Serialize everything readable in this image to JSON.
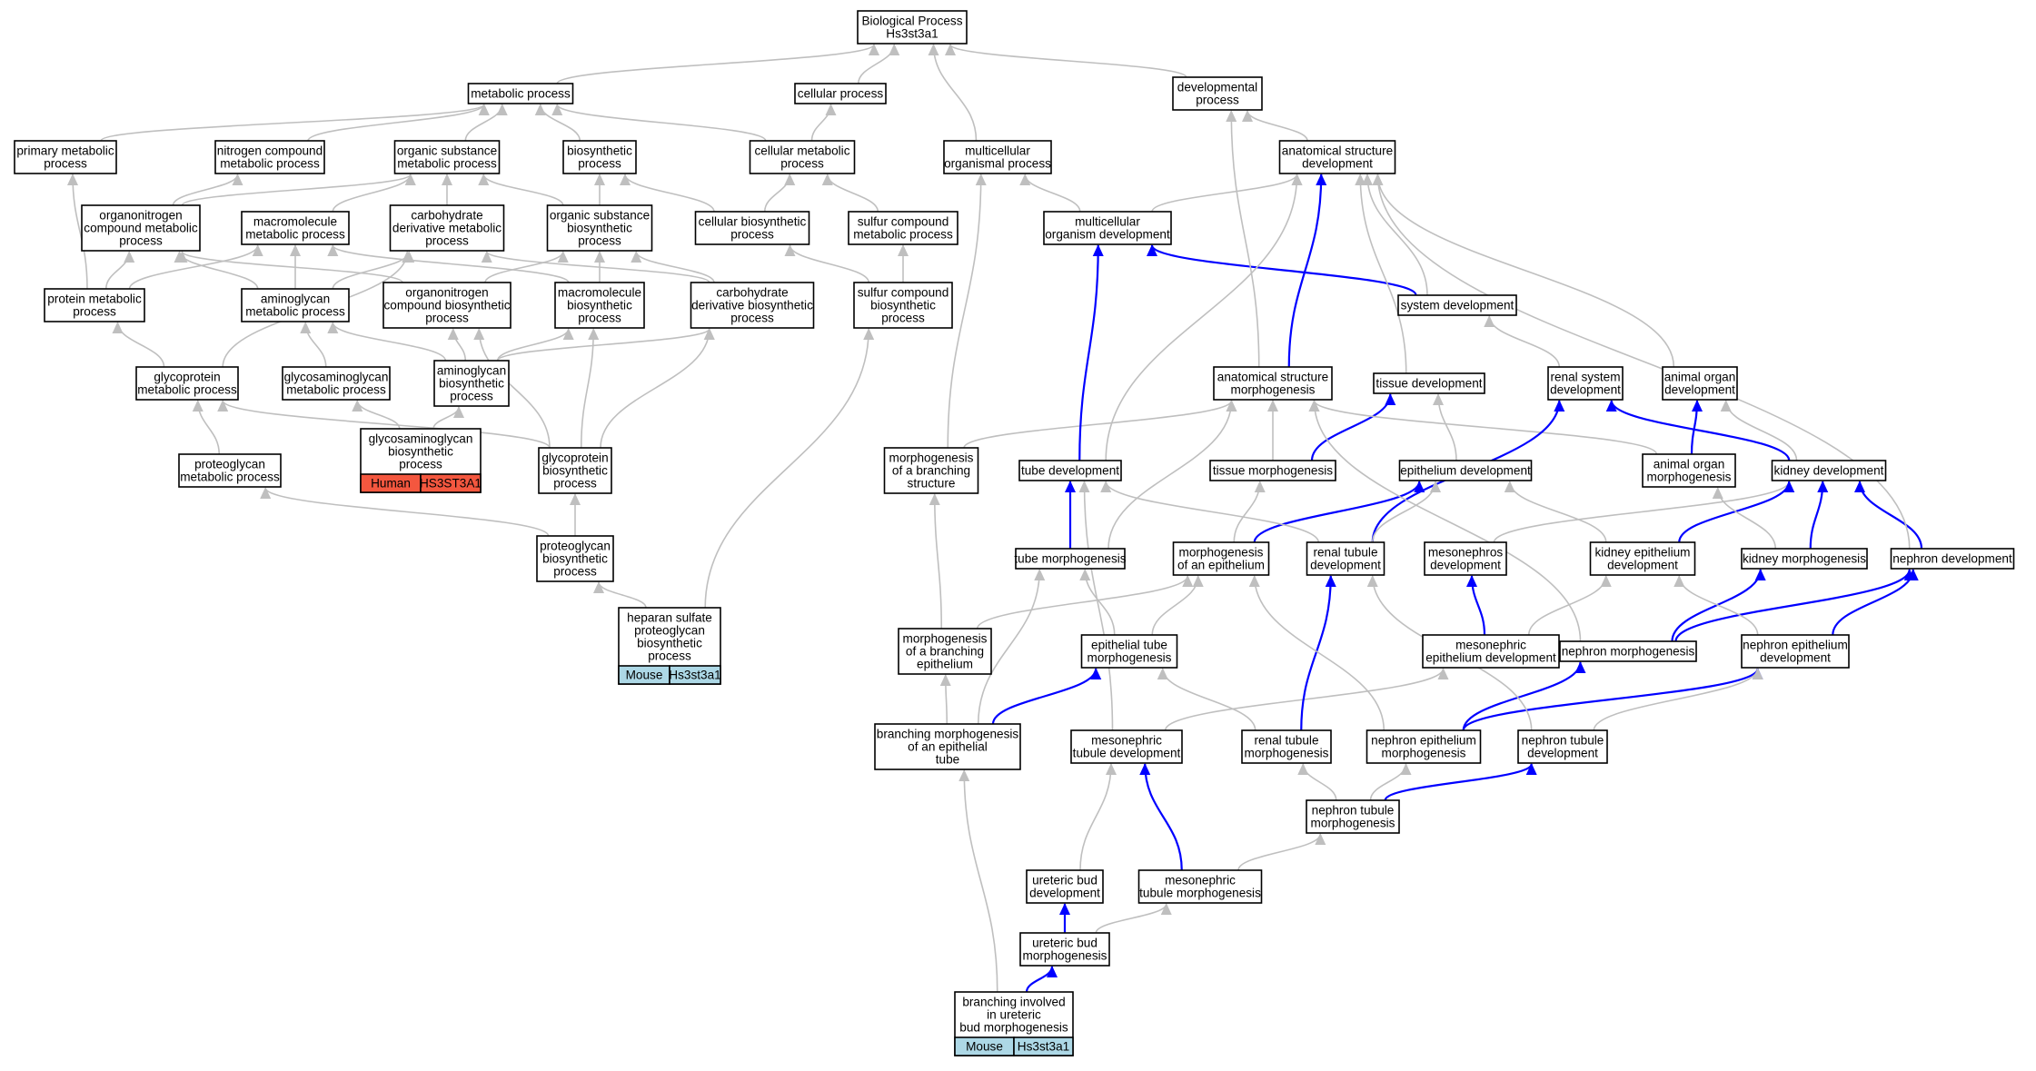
{
  "colors": {
    "edge_gray": "#bfbfbf",
    "edge_blue": "#0000ff",
    "node_border": "#000000",
    "human": "#f4573f",
    "mouse": "#add8e6"
  },
  "nodes": [
    {
      "id": "bp",
      "lines": [
        "Biological Process",
        "Hs3st3a1"
      ]
    },
    {
      "id": "metab",
      "lines": [
        "metabolic process"
      ]
    },
    {
      "id": "cellproc",
      "lines": [
        "cellular process"
      ]
    },
    {
      "id": "devproc",
      "lines": [
        "developmental",
        "process"
      ]
    },
    {
      "id": "primmet",
      "lines": [
        "primary metabolic",
        "process"
      ]
    },
    {
      "id": "nitro",
      "lines": [
        "nitrogen compound",
        "metabolic process"
      ]
    },
    {
      "id": "orgsub",
      "lines": [
        "organic substance",
        "metabolic process"
      ]
    },
    {
      "id": "biosyn",
      "lines": [
        "biosynthetic",
        "process"
      ]
    },
    {
      "id": "cellmet",
      "lines": [
        "cellular metabolic",
        "process"
      ]
    },
    {
      "id": "multiproc",
      "lines": [
        "multicellular",
        "organismal process"
      ]
    },
    {
      "id": "anatdev",
      "lines": [
        "anatomical structure",
        "development"
      ]
    },
    {
      "id": "orgnitro",
      "lines": [
        "organonitrogen",
        "compound metabolic",
        "process"
      ]
    },
    {
      "id": "macromet",
      "lines": [
        "macromolecule",
        "metabolic process"
      ]
    },
    {
      "id": "carbmet",
      "lines": [
        "carbohydrate",
        "derivative metabolic",
        "process"
      ]
    },
    {
      "id": "orgsubbio",
      "lines": [
        "organic substance",
        "biosynthetic",
        "process"
      ]
    },
    {
      "id": "cellbio",
      "lines": [
        "cellular biosynthetic",
        "process"
      ]
    },
    {
      "id": "sulfmet",
      "lines": [
        "sulfur compound",
        "metabolic process"
      ]
    },
    {
      "id": "multidev",
      "lines": [
        "multicellular",
        "organism development"
      ]
    },
    {
      "id": "protmet",
      "lines": [
        "protein metabolic",
        "process"
      ]
    },
    {
      "id": "aminomet",
      "lines": [
        "aminoglycan",
        "metabolic process"
      ]
    },
    {
      "id": "orgnitrobio",
      "lines": [
        "organonitrogen",
        "compound biosynthetic",
        "process"
      ]
    },
    {
      "id": "macrobio",
      "lines": [
        "macromolecule",
        "biosynthetic",
        "process"
      ]
    },
    {
      "id": "carbbio",
      "lines": [
        "carbohydrate",
        "derivative biosynthetic",
        "process"
      ]
    },
    {
      "id": "sulfbio",
      "lines": [
        "sulfur compound",
        "biosynthetic",
        "process"
      ]
    },
    {
      "id": "sysdev",
      "lines": [
        "system development"
      ]
    },
    {
      "id": "glycomet",
      "lines": [
        "glycoprotein",
        "metabolic process"
      ]
    },
    {
      "id": "gagmet",
      "lines": [
        "glycosaminoglycan",
        "metabolic process"
      ]
    },
    {
      "id": "aminobio",
      "lines": [
        "aminoglycan",
        "biosynthetic",
        "process"
      ]
    },
    {
      "id": "anatmorph",
      "lines": [
        "anatomical structure",
        "morphogenesis"
      ]
    },
    {
      "id": "tissdev",
      "lines": [
        "tissue development"
      ]
    },
    {
      "id": "renalsys",
      "lines": [
        "renal system",
        "development"
      ]
    },
    {
      "id": "animorgdev",
      "lines": [
        "animal organ",
        "development"
      ]
    },
    {
      "id": "pgmet",
      "lines": [
        "proteoglycan",
        "metabolic process"
      ]
    },
    {
      "id": "gagbio",
      "lines": [
        "glycosaminoglycan",
        "biosynthetic",
        "process"
      ],
      "cells": [
        {
          "text": "Human",
          "color": "human"
        },
        {
          "text": "HS3ST3A1",
          "color": "human"
        }
      ]
    },
    {
      "id": "glycobio",
      "lines": [
        "glycoprotein",
        "biosynthetic",
        "process"
      ]
    },
    {
      "id": "morphbranch",
      "lines": [
        "morphogenesis",
        "of a branching",
        "structure"
      ]
    },
    {
      "id": "tubedev",
      "lines": [
        "tube development"
      ]
    },
    {
      "id": "tissmorph",
      "lines": [
        "tissue morphogenesis"
      ]
    },
    {
      "id": "epidev",
      "lines": [
        "epithelium development"
      ]
    },
    {
      "id": "animorgmorph",
      "lines": [
        "animal organ",
        "morphogenesis"
      ]
    },
    {
      "id": "kidneydev",
      "lines": [
        "kidney development"
      ]
    },
    {
      "id": "pgbio",
      "lines": [
        "proteoglycan",
        "biosynthetic",
        "process"
      ]
    },
    {
      "id": "tubemorph",
      "lines": [
        "tube morphogenesis"
      ]
    },
    {
      "id": "morphepi",
      "lines": [
        "morphogenesis",
        "of an epithelium"
      ]
    },
    {
      "id": "renaltubdev",
      "lines": [
        "renal tubule",
        "development"
      ]
    },
    {
      "id": "mesodev",
      "lines": [
        "mesonephros",
        "development"
      ]
    },
    {
      "id": "kidepidev",
      "lines": [
        "kidney epithelium",
        "development"
      ]
    },
    {
      "id": "kidmorph",
      "lines": [
        "kidney morphogenesis"
      ]
    },
    {
      "id": "nephdev",
      "lines": [
        "nephron development"
      ]
    },
    {
      "id": "hspg",
      "lines": [
        "heparan sulfate",
        "proteoglycan",
        "biosynthetic",
        "process"
      ],
      "cells": [
        {
          "text": "Mouse",
          "color": "mouse"
        },
        {
          "text": "Hs3st3a1",
          "color": "mouse"
        }
      ]
    },
    {
      "id": "morphbrepi",
      "lines": [
        "morphogenesis",
        "of a branching",
        "epithelium"
      ]
    },
    {
      "id": "epitubemorph",
      "lines": [
        "epithelial tube",
        "morphogenesis"
      ]
    },
    {
      "id": "mesoepidev",
      "lines": [
        "mesonephric",
        "epithelium development"
      ]
    },
    {
      "id": "nephmorph",
      "lines": [
        "nephron morphogenesis"
      ]
    },
    {
      "id": "nephepidev",
      "lines": [
        "nephron epithelium",
        "development"
      ]
    },
    {
      "id": "branchmorph",
      "lines": [
        "branching morphogenesis",
        "of an epithelial",
        "tube"
      ]
    },
    {
      "id": "mesotubdev",
      "lines": [
        "mesonephric",
        "tubule development"
      ]
    },
    {
      "id": "renaltubmorph",
      "lines": [
        "renal tubule",
        "morphogenesis"
      ]
    },
    {
      "id": "nephepimorph",
      "lines": [
        "nephron epithelium",
        "morphogenesis"
      ]
    },
    {
      "id": "nephtubdev",
      "lines": [
        "nephron tubule",
        "development"
      ]
    },
    {
      "id": "nephtubmorph",
      "lines": [
        "nephron tubule",
        "morphogenesis"
      ]
    },
    {
      "id": "uretbuddev",
      "lines": [
        "ureteric bud",
        "development"
      ]
    },
    {
      "id": "mesotubmorph",
      "lines": [
        "mesonephric",
        "tubule morphogenesis"
      ]
    },
    {
      "id": "uretbudmorph",
      "lines": [
        "ureteric bud",
        "morphogenesis"
      ]
    },
    {
      "id": "branchuret",
      "lines": [
        "branching involved",
        "in ureteric",
        "bud morphogenesis"
      ],
      "cells": [
        {
          "text": "Mouse",
          "color": "mouse"
        },
        {
          "text": "Hs3st3a1",
          "color": "mouse"
        }
      ]
    }
  ],
  "edges": [
    {
      "from": "metab",
      "to": "bp",
      "color": "gray"
    },
    {
      "from": "cellproc",
      "to": "bp",
      "color": "gray"
    },
    {
      "from": "multiproc",
      "to": "bp",
      "color": "gray"
    },
    {
      "from": "devproc",
      "to": "bp",
      "color": "gray"
    },
    {
      "from": "primmet",
      "to": "metab",
      "color": "gray"
    },
    {
      "from": "nitro",
      "to": "metab",
      "color": "gray"
    },
    {
      "from": "orgsub",
      "to": "metab",
      "color": "gray"
    },
    {
      "from": "biosyn",
      "to": "metab",
      "color": "gray"
    },
    {
      "from": "cellmet",
      "to": "metab",
      "color": "gray"
    },
    {
      "from": "cellmet",
      "to": "cellproc",
      "color": "gray"
    },
    {
      "from": "anatdev",
      "to": "devproc",
      "color": "gray"
    },
    {
      "from": "orgnitro",
      "to": "nitro",
      "color": "gray"
    },
    {
      "from": "orgnitro",
      "to": "orgsub",
      "color": "gray"
    },
    {
      "from": "macromet",
      "to": "orgsub",
      "color": "gray"
    },
    {
      "from": "carbmet",
      "to": "orgsub",
      "color": "gray"
    },
    {
      "from": "orgsubbio",
      "to": "orgsub",
      "color": "gray"
    },
    {
      "from": "orgsubbio",
      "to": "biosyn",
      "color": "gray"
    },
    {
      "from": "cellbio",
      "to": "biosyn",
      "color": "gray"
    },
    {
      "from": "cellbio",
      "to": "cellmet",
      "color": "gray"
    },
    {
      "from": "sulfmet",
      "to": "cellmet",
      "color": "gray"
    },
    {
      "from": "multidev",
      "to": "multiproc",
      "color": "gray"
    },
    {
      "from": "multidev",
      "to": "anatdev",
      "color": "gray"
    },
    {
      "from": "protmet",
      "to": "primmet",
      "color": "gray"
    },
    {
      "from": "protmet",
      "to": "orgnitro",
      "color": "gray"
    },
    {
      "from": "protmet",
      "to": "macromet",
      "color": "gray"
    },
    {
      "from": "aminomet",
      "to": "orgnitro",
      "color": "gray"
    },
    {
      "from": "aminomet",
      "to": "macromet",
      "color": "gray"
    },
    {
      "from": "aminomet",
      "to": "carbmet",
      "color": "gray"
    },
    {
      "from": "orgnitrobio",
      "to": "orgnitro",
      "color": "gray"
    },
    {
      "from": "orgnitrobio",
      "to": "orgsubbio",
      "color": "gray"
    },
    {
      "from": "macrobio",
      "to": "macromet",
      "color": "gray"
    },
    {
      "from": "macrobio",
      "to": "orgsubbio",
      "color": "gray"
    },
    {
      "from": "carbbio",
      "to": "carbmet",
      "color": "gray"
    },
    {
      "from": "carbbio",
      "to": "orgsubbio",
      "color": "gray"
    },
    {
      "from": "sulfbio",
      "to": "cellbio",
      "color": "gray"
    },
    {
      "from": "sulfbio",
      "to": "sulfmet",
      "color": "gray"
    },
    {
      "from": "sysdev",
      "to": "multidev",
      "color": "blue"
    },
    {
      "from": "sysdev",
      "to": "anatdev",
      "color": "gray"
    },
    {
      "from": "glycomet",
      "to": "protmet",
      "color": "gray"
    },
    {
      "from": "glycomet",
      "to": "carbmet",
      "color": "gray"
    },
    {
      "from": "gagmet",
      "to": "aminomet",
      "color": "gray"
    },
    {
      "from": "aminobio",
      "to": "aminomet",
      "color": "gray"
    },
    {
      "from": "aminobio",
      "to": "orgnitrobio",
      "color": "gray"
    },
    {
      "from": "aminobio",
      "to": "macrobio",
      "color": "gray"
    },
    {
      "from": "aminobio",
      "to": "carbbio",
      "color": "gray"
    },
    {
      "from": "anatmorph",
      "to": "anatdev",
      "color": "blue"
    },
    {
      "from": "anatmorph",
      "to": "devproc",
      "color": "gray"
    },
    {
      "from": "tissdev",
      "to": "anatdev",
      "color": "gray"
    },
    {
      "from": "renalsys",
      "to": "sysdev",
      "color": "gray"
    },
    {
      "from": "animorgdev",
      "to": "anatdev",
      "color": "gray"
    },
    {
      "from": "pgmet",
      "to": "glycomet",
      "color": "gray"
    },
    {
      "from": "gagbio",
      "to": "gagmet",
      "color": "gray"
    },
    {
      "from": "gagbio",
      "to": "aminobio",
      "color": "gray"
    },
    {
      "from": "glycobio",
      "to": "glycomet",
      "color": "gray"
    },
    {
      "from": "glycobio",
      "to": "orgnitrobio",
      "color": "gray"
    },
    {
      "from": "glycobio",
      "to": "macrobio",
      "color": "gray"
    },
    {
      "from": "glycobio",
      "to": "carbbio",
      "color": "gray"
    },
    {
      "from": "morphbranch",
      "to": "multiproc",
      "color": "gray"
    },
    {
      "from": "morphbranch",
      "to": "anatmorph",
      "color": "gray"
    },
    {
      "from": "tubedev",
      "to": "multidev",
      "color": "blue"
    },
    {
      "from": "tubedev",
      "to": "anatdev",
      "color": "gray"
    },
    {
      "from": "tissmorph",
      "to": "anatmorph",
      "color": "gray"
    },
    {
      "from": "tissmorph",
      "to": "tissdev",
      "color": "blue"
    },
    {
      "from": "epidev",
      "to": "tissdev",
      "color": "gray"
    },
    {
      "from": "animorgmorph",
      "to": "anatmorph",
      "color": "gray"
    },
    {
      "from": "animorgmorph",
      "to": "animorgdev",
      "color": "blue"
    },
    {
      "from": "kidneydev",
      "to": "renalsys",
      "color": "blue"
    },
    {
      "from": "kidneydev",
      "to": "animorgdev",
      "color": "gray"
    },
    {
      "from": "pgbio",
      "to": "pgmet",
      "color": "gray"
    },
    {
      "from": "pgbio",
      "to": "glycobio",
      "color": "gray"
    },
    {
      "from": "tubemorph",
      "to": "anatmorph",
      "color": "gray"
    },
    {
      "from": "tubemorph",
      "to": "tubedev",
      "color": "blue"
    },
    {
      "from": "morphepi",
      "to": "tissmorph",
      "color": "gray"
    },
    {
      "from": "morphepi",
      "to": "epidev",
      "color": "blue"
    },
    {
      "from": "renaltubdev",
      "to": "renalsys",
      "color": "blue"
    },
    {
      "from": "renaltubdev",
      "to": "tubedev",
      "color": "gray"
    },
    {
      "from": "renaltubdev",
      "to": "epidev",
      "color": "gray"
    },
    {
      "from": "mesodev",
      "to": "kidneydev",
      "color": "gray"
    },
    {
      "from": "kidepidev",
      "to": "epidev",
      "color": "gray"
    },
    {
      "from": "kidepidev",
      "to": "kidneydev",
      "color": "blue"
    },
    {
      "from": "kidmorph",
      "to": "animorgmorph",
      "color": "gray"
    },
    {
      "from": "kidmorph",
      "to": "kidneydev",
      "color": "blue"
    },
    {
      "from": "nephdev",
      "to": "kidneydev",
      "color": "blue"
    },
    {
      "from": "nephdev",
      "to": "anatdev",
      "color": "gray"
    },
    {
      "from": "hspg",
      "to": "pgbio",
      "color": "gray"
    },
    {
      "from": "hspg",
      "to": "sulfbio",
      "color": "gray"
    },
    {
      "from": "morphbrepi",
      "to": "morphbranch",
      "color": "gray"
    },
    {
      "from": "morphbrepi",
      "to": "morphepi",
      "color": "gray"
    },
    {
      "from": "epitubemorph",
      "to": "tubemorph",
      "color": "gray"
    },
    {
      "from": "epitubemorph",
      "to": "morphepi",
      "color": "gray"
    },
    {
      "from": "mesoepidev",
      "to": "mesodev",
      "color": "blue"
    },
    {
      "from": "mesoepidev",
      "to": "kidepidev",
      "color": "gray"
    },
    {
      "from": "nephmorph",
      "to": "kidmorph",
      "color": "blue"
    },
    {
      "from": "nephmorph",
      "to": "nephdev",
      "color": "blue"
    },
    {
      "from": "nephmorph",
      "to": "anatmorph",
      "color": "gray"
    },
    {
      "from": "nephepidev",
      "to": "kidepidev",
      "color": "gray"
    },
    {
      "from": "nephepidev",
      "to": "nephdev",
      "color": "blue"
    },
    {
      "from": "branchmorph",
      "to": "morphbrepi",
      "color": "gray"
    },
    {
      "from": "branchmorph",
      "to": "epitubemorph",
      "color": "blue"
    },
    {
      "from": "branchmorph",
      "to": "tubemorph",
      "color": "gray"
    },
    {
      "from": "mesotubdev",
      "to": "tubedev",
      "color": "gray"
    },
    {
      "from": "mesotubdev",
      "to": "mesoepidev",
      "color": "gray"
    },
    {
      "from": "renaltubmorph",
      "to": "renaltubdev",
      "color": "blue"
    },
    {
      "from": "renaltubmorph",
      "to": "epitubemorph",
      "color": "gray"
    },
    {
      "from": "nephepimorph",
      "to": "nephmorph",
      "color": "blue"
    },
    {
      "from": "nephepimorph",
      "to": "nephepidev",
      "color": "blue"
    },
    {
      "from": "nephepimorph",
      "to": "morphepi",
      "color": "gray"
    },
    {
      "from": "nephtubdev",
      "to": "nephepidev",
      "color": "gray"
    },
    {
      "from": "nephtubdev",
      "to": "renaltubdev",
      "color": "gray"
    },
    {
      "from": "nephtubmorph",
      "to": "renaltubmorph",
      "color": "gray"
    },
    {
      "from": "nephtubmorph",
      "to": "nephepimorph",
      "color": "gray"
    },
    {
      "from": "nephtubmorph",
      "to": "nephtubdev",
      "color": "blue"
    },
    {
      "from": "uretbuddev",
      "to": "mesotubdev",
      "color": "gray"
    },
    {
      "from": "mesotubmorph",
      "to": "mesotubdev",
      "color": "blue"
    },
    {
      "from": "mesotubmorph",
      "to": "nephtubmorph",
      "color": "gray"
    },
    {
      "from": "uretbudmorph",
      "to": "uretbuddev",
      "color": "blue"
    },
    {
      "from": "uretbudmorph",
      "to": "mesotubmorph",
      "color": "gray"
    },
    {
      "from": "branchuret",
      "to": "uretbudmorph",
      "color": "blue"
    },
    {
      "from": "branchuret",
      "to": "branchmorph",
      "color": "gray"
    }
  ]
}
